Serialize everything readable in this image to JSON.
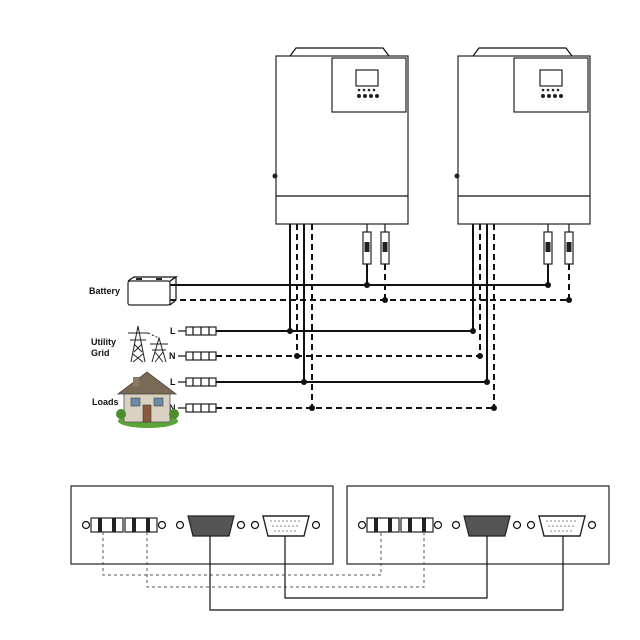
{
  "labels": {
    "battery": "Battery",
    "utility": "Utility",
    "grid": "Grid",
    "loads": "Loads",
    "line": "L",
    "neutral": "N"
  },
  "icons": [
    "inverter-icon",
    "battery-icon",
    "power-tower-icon",
    "house-icon",
    "terminal-block-icon",
    "breaker-icon",
    "db15-port-icon"
  ],
  "colors": {
    "line": "#111111",
    "port_dark": "#555555",
    "house_roof": "#7a6a55",
    "grass": "#5aa43a"
  }
}
